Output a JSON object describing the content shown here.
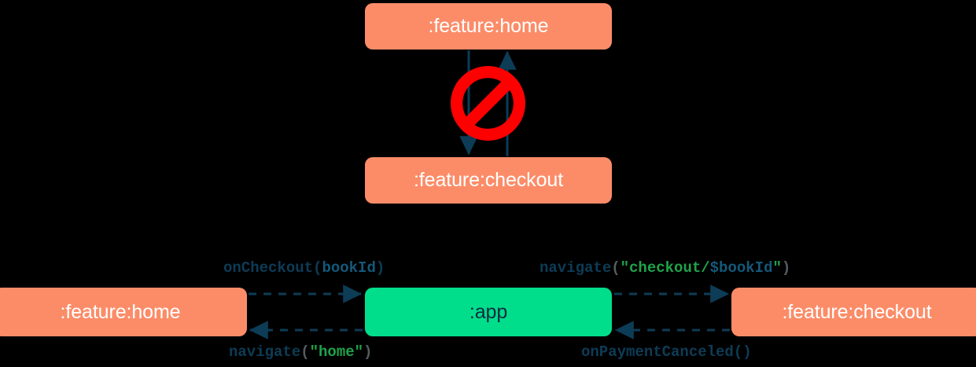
{
  "diagram": {
    "title": "module navigation dependency diagram",
    "colors": {
      "feature_module": "#FC8C68",
      "app_module": "#00DE8B",
      "arrow": "#0D3C56",
      "forbidden": "#FF0000",
      "background": "#000000",
      "identifier": "#0D3C56",
      "paren": "#555C61",
      "string": "#1FA34A",
      "variable": "#14597A"
    },
    "top_cluster": {
      "source_node": ":feature:home",
      "target_node": ":feature:checkout",
      "forbidden_icon": "no-entry-icon",
      "arrow_down_label": "",
      "arrow_up_label": "",
      "meaning": "direct dependency between feature modules is forbidden"
    },
    "bottom_row": {
      "left_node": ":feature:home",
      "center_node": ":app",
      "right_node": ":feature:checkout",
      "edges": [
        {
          "name": "home-to-app",
          "direction": "right",
          "tokens": [
            {
              "text": "onCheckout",
              "type": "ident"
            },
            {
              "text": "(",
              "type": "ident"
            },
            {
              "text": "bookId",
              "type": "var"
            },
            {
              "text": ")",
              "type": "ident"
            }
          ],
          "full_text": "onCheckout(bookId)"
        },
        {
          "name": "app-to-checkout",
          "direction": "right",
          "tokens": [
            {
              "text": "navigate",
              "type": "ident"
            },
            {
              "text": "(",
              "type": "paren"
            },
            {
              "text": "\"checkout/",
              "type": "string"
            },
            {
              "text": "$bookId",
              "type": "var"
            },
            {
              "text": "\"",
              "type": "string"
            },
            {
              "text": ")",
              "type": "paren"
            }
          ],
          "full_text": "navigate(\"checkout/$bookId\")"
        },
        {
          "name": "app-to-home",
          "direction": "left",
          "tokens": [
            {
              "text": "navigate",
              "type": "ident"
            },
            {
              "text": "(",
              "type": "paren"
            },
            {
              "text": "\"home\"",
              "type": "string"
            },
            {
              "text": ")",
              "type": "paren"
            }
          ],
          "full_text": "navigate(\"home\")"
        },
        {
          "name": "checkout-to-app",
          "direction": "left",
          "tokens": [
            {
              "text": "onPaymentCanceled()",
              "type": "ident"
            }
          ],
          "full_text": "onPaymentCanceled()"
        }
      ]
    }
  }
}
